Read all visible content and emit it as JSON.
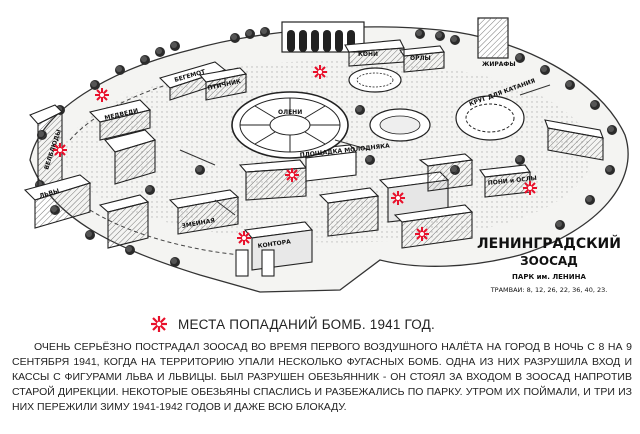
{
  "map": {
    "title": "ЛЕНИНГРАДСКИЙ",
    "subtitle": "ЗООСАД",
    "park": "ПАРК им. ЛЕНИНА",
    "trams": "ТРАМВАИ: 8, 12, 26, 22, 36, 40, 23.",
    "labels": {
      "begemot": "БЕГЕМОТ",
      "medvedi": "МЕДВЕДИ",
      "velblyudy": "ВЕЛБЛЮДЫ",
      "lvy": "ЛЬВЫ",
      "olen": "ОЛЕНИ",
      "orly": "ОРЛЫ",
      "kony": "КОНИ",
      "ploshchadka": "ПЛОЩАДКА МОЛОДНЯКА",
      "zmeinaya": "ЗМЕИНАЯ",
      "kontora": "КОНТОРА",
      "kruzhok": "КРУГ ДЛЯ КАТАНИЯ",
      "poni": "ПОНИ и ОСЛЫ",
      "zhirafy": "ЖИРАФЫ",
      "ptichnik": "ПТИЧНИК"
    }
  },
  "legend": {
    "icon": "bomb-hit-icon",
    "text": "МЕСТА ПОПАДАНИЙ БОМБ. 1941 ГОД."
  },
  "description": "ОЧЕНЬ СЕРЬЁЗНО ПОСТРАДАЛ ЗООСАД ВО ВРЕМЯ ПЕРВОГО ВОЗДУШНОГО НАЛЁТА НА ГОРОД В НОЧЬ С 8 НА 9 СЕНТЯБРЯ 1941, КОГДА НА ТЕРРИТОРИЮ УПАЛИ НЕСКОЛЬКО ФУГАСНЫХ БОМБ. ОДНА ИЗ НИХ РАЗРУШИЛА ВХОД И КАССЫ С ФИГУРАМИ ЛЬВА И ЛЬВИЦЫ. БЫЛ РАЗРУШЕН ОБЕЗЬЯННИК - ОН СТОЯЛ ЗА ВХОДОМ В ЗООСАД НАПРОТИВ СТАРОЙ ДИРЕКЦИИ. НЕКОТОРЫЕ ОБЕЗЬЯНЫ СПАСЛИСЬ И РАЗБЕЖАЛИСЬ ПО ПАРКУ. УТРОМ ИХ ПОЙМАЛИ, И ТРИ ИЗ НИХ ПЕРЕЖИЛИ ЗИМУ 1941-1942 ГОДОВ И ДАЖЕ ВСЮ БЛОКАДУ.",
  "colors": {
    "bomb": "#e8102b",
    "ink": "#1a1a1a"
  }
}
